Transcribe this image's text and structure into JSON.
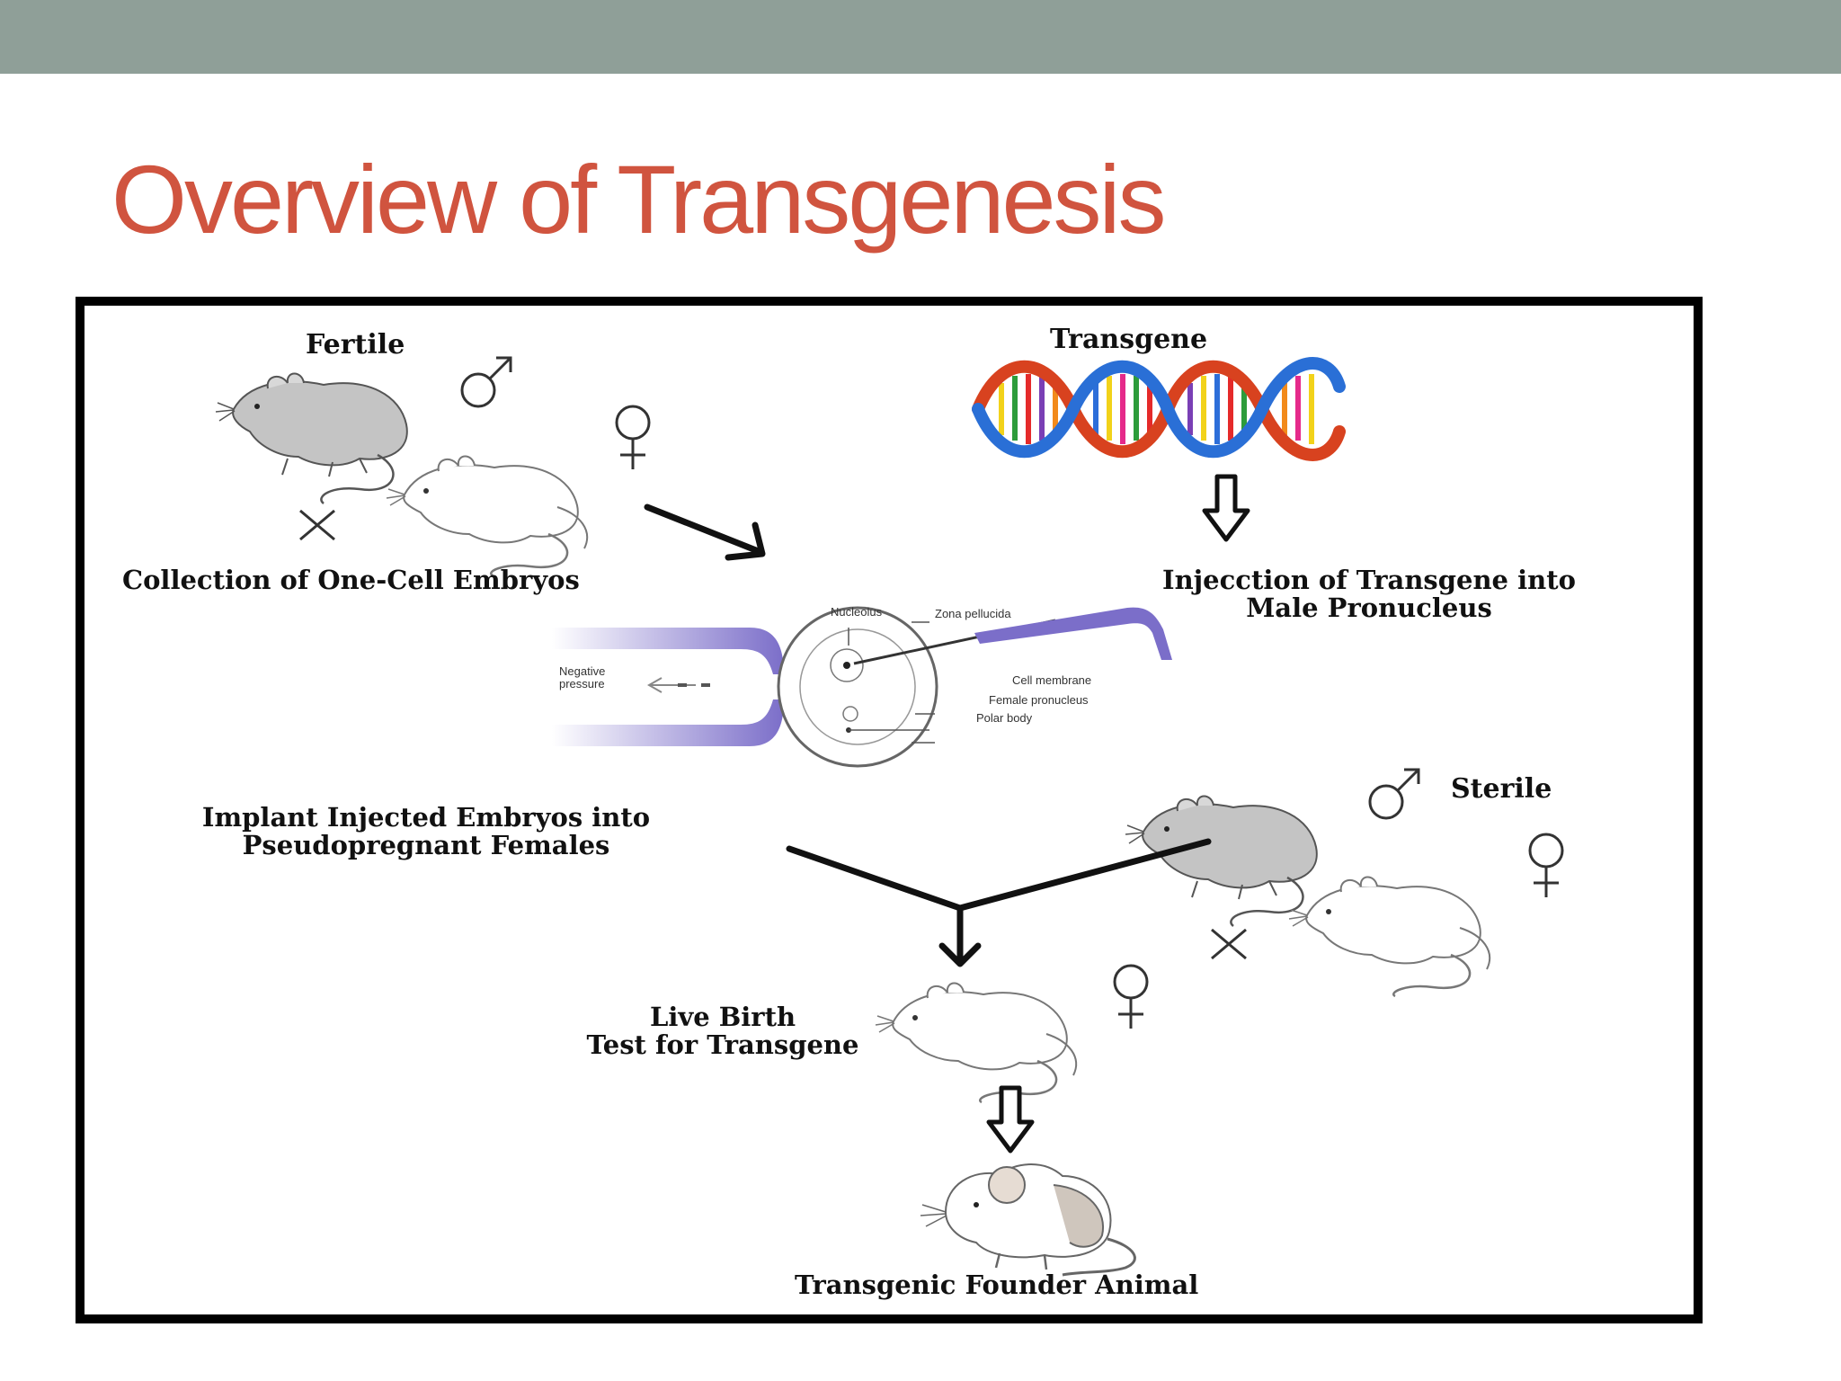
{
  "colors": {
    "top_bar": "#8f9f98",
    "title": "#d0543f",
    "frame": "#000000",
    "pipette": "#7b6ec9",
    "pipette_light": "#c9c3ea"
  },
  "slide": {
    "title": "Overview of Transgenesis"
  },
  "diagram": {
    "fertile_label": "Fertile",
    "transgene_label": "Transgene",
    "collection_label": "Collection of One-Cell Embryos",
    "injection_label_line1": "Injecction of Transgene into",
    "injection_label_line2": "Male Pronucleus",
    "embryo_detail": {
      "nucleolus": "Nucleolus",
      "zona_pellucida": "Zona pellucida",
      "negative_pressure_line1": "Negative",
      "negative_pressure_line2": "pressure",
      "cell_membrane": "Cell membrane",
      "female_pronucleus": "Female pronucleus",
      "polar_body": "Polar body"
    },
    "sterile_label": "Sterile",
    "implant_label_line1": "Implant Injected Embryos into",
    "implant_label_line2": "Pseudopregnant Females",
    "live_birth_line1": "Live Birth",
    "live_birth_line2": "Test for Transgene",
    "founder_label": "Transgenic Founder Animal"
  },
  "icons": [
    "mouse-icon",
    "male-symbol-icon",
    "female-symbol-icon",
    "cross-icon",
    "dna-helix-icon",
    "hollow-down-arrow-icon",
    "arrow-icon",
    "micropipette-icon"
  ]
}
